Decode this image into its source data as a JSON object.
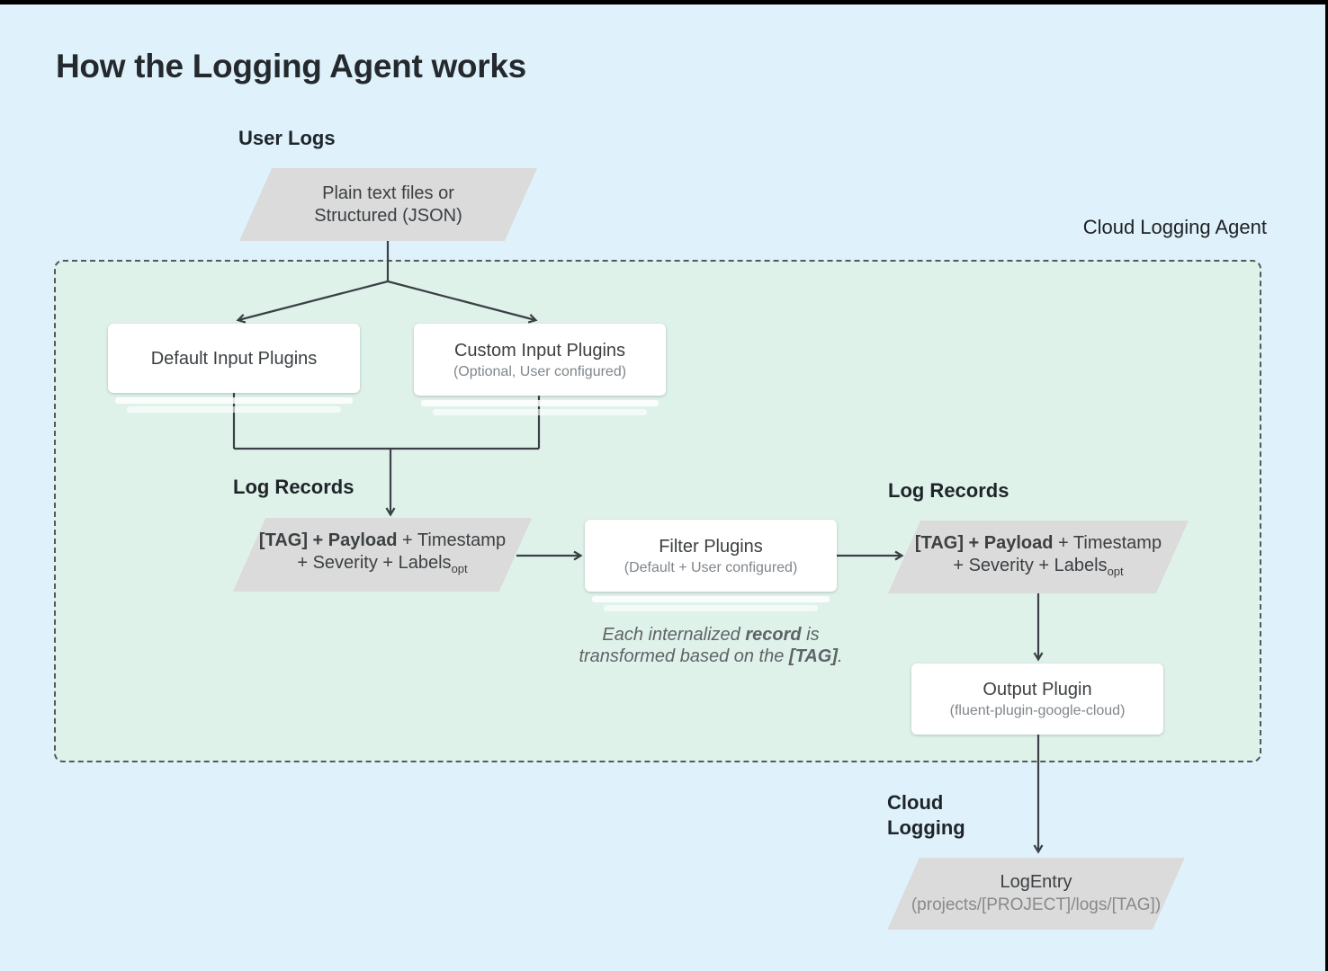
{
  "title": "How the Logging Agent works",
  "labels": {
    "user_logs": "User Logs",
    "cloud_logging_agent": "Cloud Logging Agent",
    "log_records": "Log Records",
    "cloud_logging_line1": "Cloud",
    "cloud_logging_line2": "Logging"
  },
  "nodes": {
    "user_input": {
      "line1": "Plain text files or",
      "line2": "Structured (JSON)"
    },
    "default_input": {
      "title": "Default Input Plugins"
    },
    "custom_input": {
      "title": "Custom Input Plugins",
      "subtitle": "(Optional, User configured)"
    },
    "filter": {
      "title": "Filter Plugins",
      "subtitle": "(Default + User configured)"
    },
    "output": {
      "title": "Output Plugin",
      "subtitle": "(fluent-plugin-google-cloud)"
    },
    "log_record": {
      "bold": "[TAG] + Payload",
      "rest": " + Timestamp",
      "line2": "+ Severity + Labels",
      "sub": "opt"
    },
    "log_entry": {
      "title": "LogEntry",
      "subtitle": "(projects/[PROJECT]/logs/[TAG])"
    }
  },
  "note": {
    "part1": "Each internalized ",
    "bold1": "record",
    "part2": " is",
    "part3": "transformed based on the ",
    "bold2": "[TAG]",
    "part4": "."
  },
  "colors": {
    "background": "#dff2fc",
    "agent_region": "#dff2ea",
    "parallelogram": "#dbdbdb",
    "connector_line": "#3a4045",
    "text_primary": "#202124",
    "text_secondary": "#80868b",
    "dashed_border": "#55595d"
  }
}
